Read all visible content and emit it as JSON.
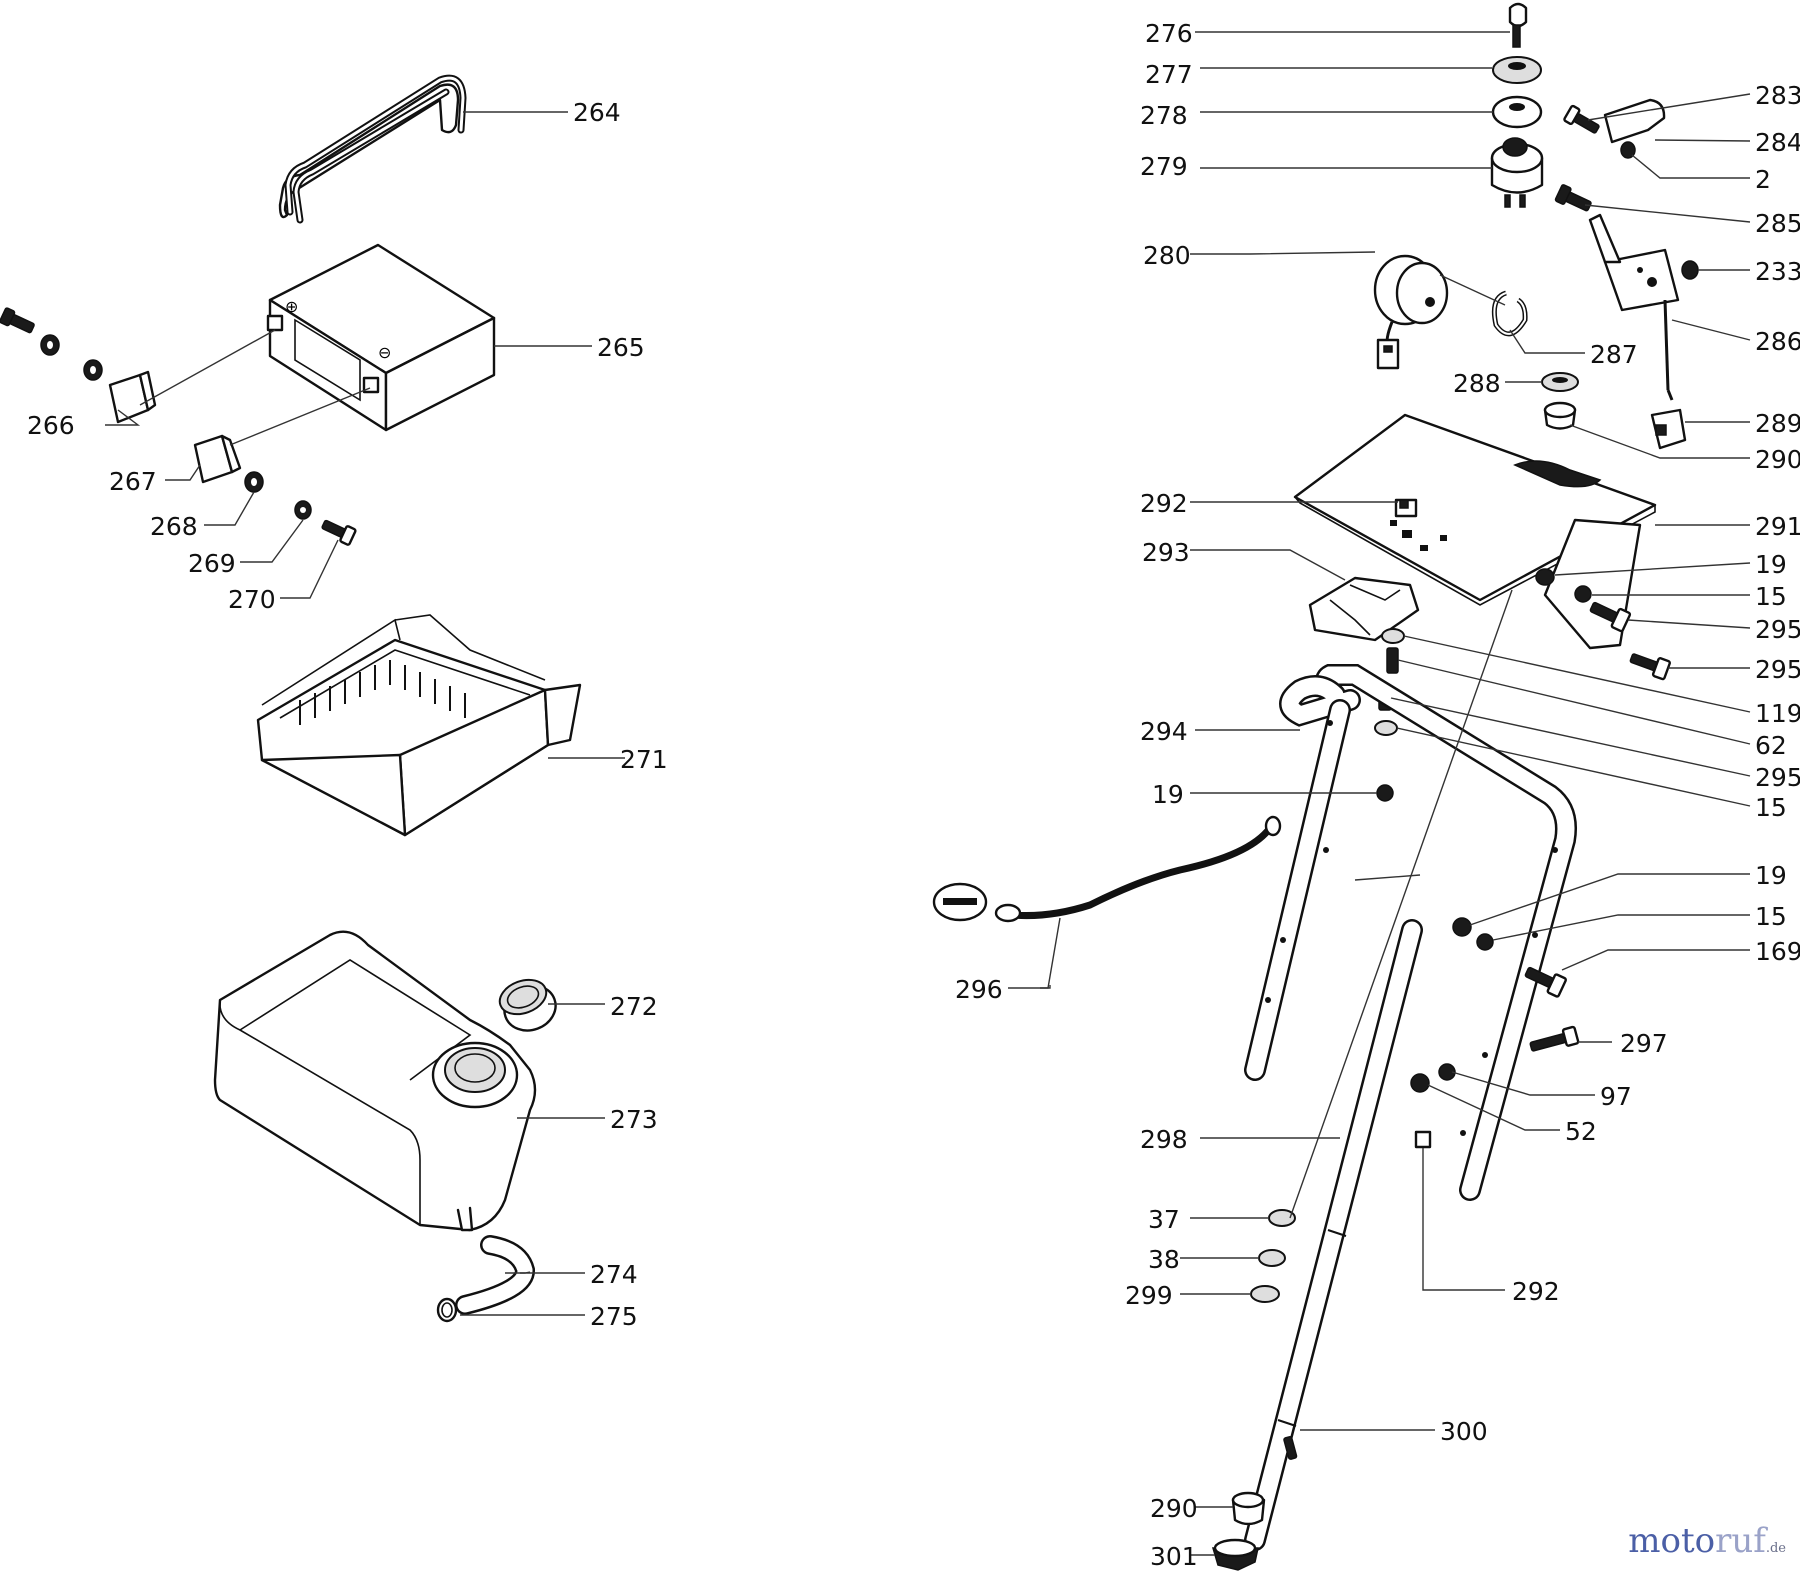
{
  "labels": {
    "l264": "264",
    "l265": "265",
    "l266": "266",
    "l267": "267",
    "l268": "268",
    "l269": "269",
    "l270": "270",
    "l271": "271",
    "l272": "272",
    "l273": "273",
    "l274": "274",
    "l275": "275",
    "l276": "276",
    "l277": "277",
    "l278": "278",
    "l279": "279",
    "l280": "280",
    "l283": "283",
    "l284": "284",
    "l2": "2",
    "l285": "285",
    "l233": "233",
    "l287": "287",
    "l286": "286",
    "l288": "288",
    "l289": "289",
    "l290a": "290",
    "l292a": "292",
    "l291": "291",
    "l293": "293",
    "l19a": "19",
    "l15a": "15",
    "l295a": "295",
    "l295b": "295",
    "l119": "119",
    "l62": "62",
    "l294": "294",
    "l295c": "295",
    "l15b": "15",
    "l19b": "19",
    "l19c": "19",
    "l15c": "15",
    "l169": "169",
    "l296": "296",
    "l297": "297",
    "l97": "97",
    "l52": "52",
    "l298": "298",
    "l37": "37",
    "l38": "38",
    "l299": "299",
    "l292b": "292",
    "l300": "300",
    "l290b": "290",
    "l301": "301"
  },
  "battery_terminals": {
    "plus": "⊕",
    "minus": "⊖"
  },
  "ground_symbol": "minus",
  "watermark": {
    "part1": "moto",
    "part2": "ruf",
    "tld": ".de"
  }
}
